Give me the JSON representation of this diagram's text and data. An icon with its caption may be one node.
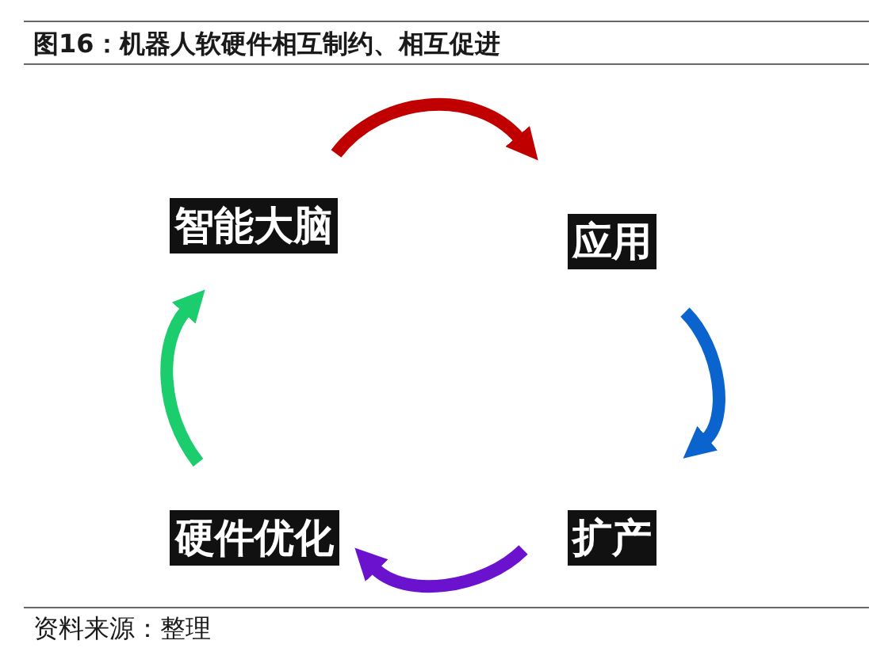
{
  "diagram": {
    "title": "图16：机器人软硬件相互制约、相互促进",
    "caption": "资料来源：整理",
    "nodes": [
      {
        "text": [
          "智能大脑"
        ]
      },
      {
        "text": [
          "应用"
        ]
      },
      {
        "text": [
          "硬件优化"
        ]
      },
      {
        "text": [
          "扩产"
        ]
      }
    ],
    "edges": [
      {
        "from": 0,
        "to": 1,
        "arrow": "to",
        "color": "#c00000"
      },
      {
        "from": 1,
        "to": 3,
        "arrow": "to",
        "color": "#0b63ce"
      },
      {
        "from": 3,
        "to": 2,
        "arrow": "to",
        "color": "#6b12cf"
      },
      {
        "from": 2,
        "to": 0,
        "arrow": "to",
        "color": "#1ccd6e"
      }
    ]
  }
}
